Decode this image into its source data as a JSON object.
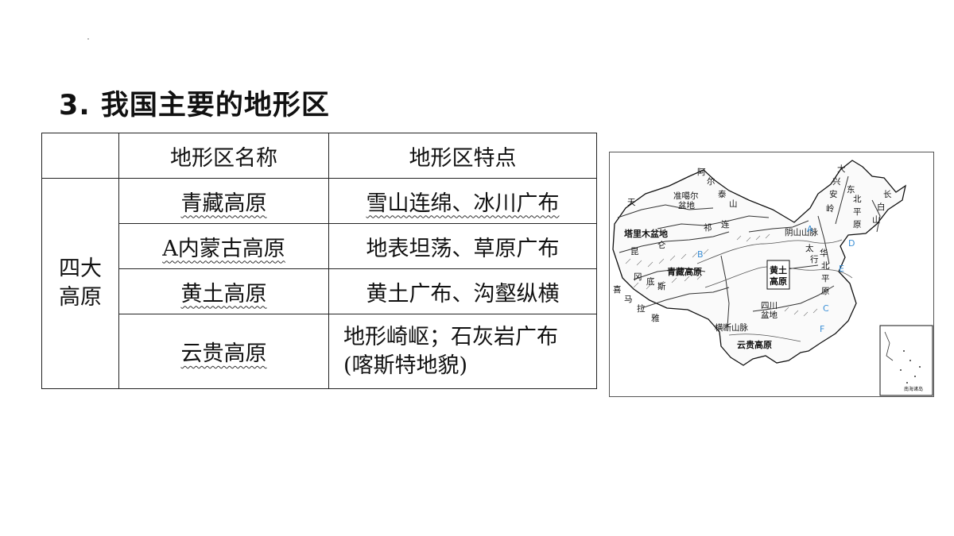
{
  "title": "3. 我国主要的地形区",
  "table": {
    "header": [
      "",
      "地形区名称",
      "地形区特点"
    ],
    "group_label": "四大高原",
    "rows": [
      {
        "name": "青藏高原",
        "feature": "雪山连绵、冰川广布"
      },
      {
        "name": "A内蒙古高原",
        "feature": "地表坦荡、草原广布"
      },
      {
        "name": "黄土高原",
        "feature": "黄土广布、沟壑纵横"
      },
      {
        "name": "云贵高原",
        "feature": "地形崎岖；石灰岩广布(喀斯特地貌)"
      }
    ]
  },
  "map": {
    "labels": [
      "天",
      "准噶尔",
      "盆地",
      "阿",
      "尔",
      "泰",
      "山",
      "塔里木盆地",
      "昆",
      "仑",
      "祁",
      "连",
      "青藏高原",
      "冈",
      "底",
      "斯",
      "喜",
      "马",
      "拉",
      "雅",
      "横断山脉",
      "四川",
      "盆地",
      "云贵高原",
      "黄土",
      "高原",
      "阴山山脉",
      "太",
      "行",
      "华",
      "北",
      "平",
      "原",
      "大",
      "兴",
      "安",
      "岭",
      "东",
      "北",
      "平",
      "原",
      "长",
      "白",
      "山",
      "南海诸岛"
    ],
    "markers": [
      "A",
      "B",
      "C",
      "D",
      "E",
      "F"
    ]
  }
}
